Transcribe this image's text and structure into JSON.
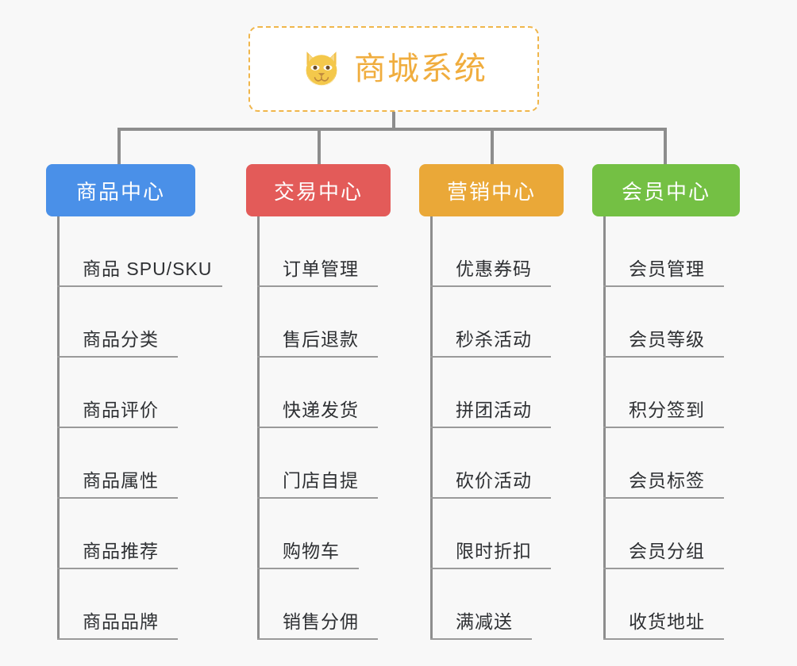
{
  "diagram": {
    "title": "商城系统",
    "root_icon": "shiba-dog-face-icon",
    "background_color": "#f8f8f8",
    "root": {
      "label": "商城系统",
      "text_color": "#f0ad3e",
      "border_color": "#f0b64b",
      "background_color": "#ffffff"
    },
    "connector_color": "#8d8d8d",
    "branches": [
      {
        "label": "商品中心",
        "color": "#4a90e8",
        "items": [
          "商品 SPU/SKU",
          "商品分类",
          "商品评价",
          "商品属性",
          "商品推荐",
          "商品品牌"
        ]
      },
      {
        "label": "交易中心",
        "color": "#e35b59",
        "items": [
          "订单管理",
          "售后退款",
          "快递发货",
          "门店自提",
          "购物车",
          "销售分佣"
        ]
      },
      {
        "label": "营销中心",
        "color": "#eaa838",
        "items": [
          "优惠券码",
          "秒杀活动",
          "拼团活动",
          "砍价活动",
          "限时折扣",
          "满减送"
        ]
      },
      {
        "label": "会员中心",
        "color": "#74c044",
        "items": [
          "会员管理",
          "会员等级",
          "积分签到",
          "会员标签",
          "会员分组",
          "收货地址"
        ]
      }
    ]
  }
}
